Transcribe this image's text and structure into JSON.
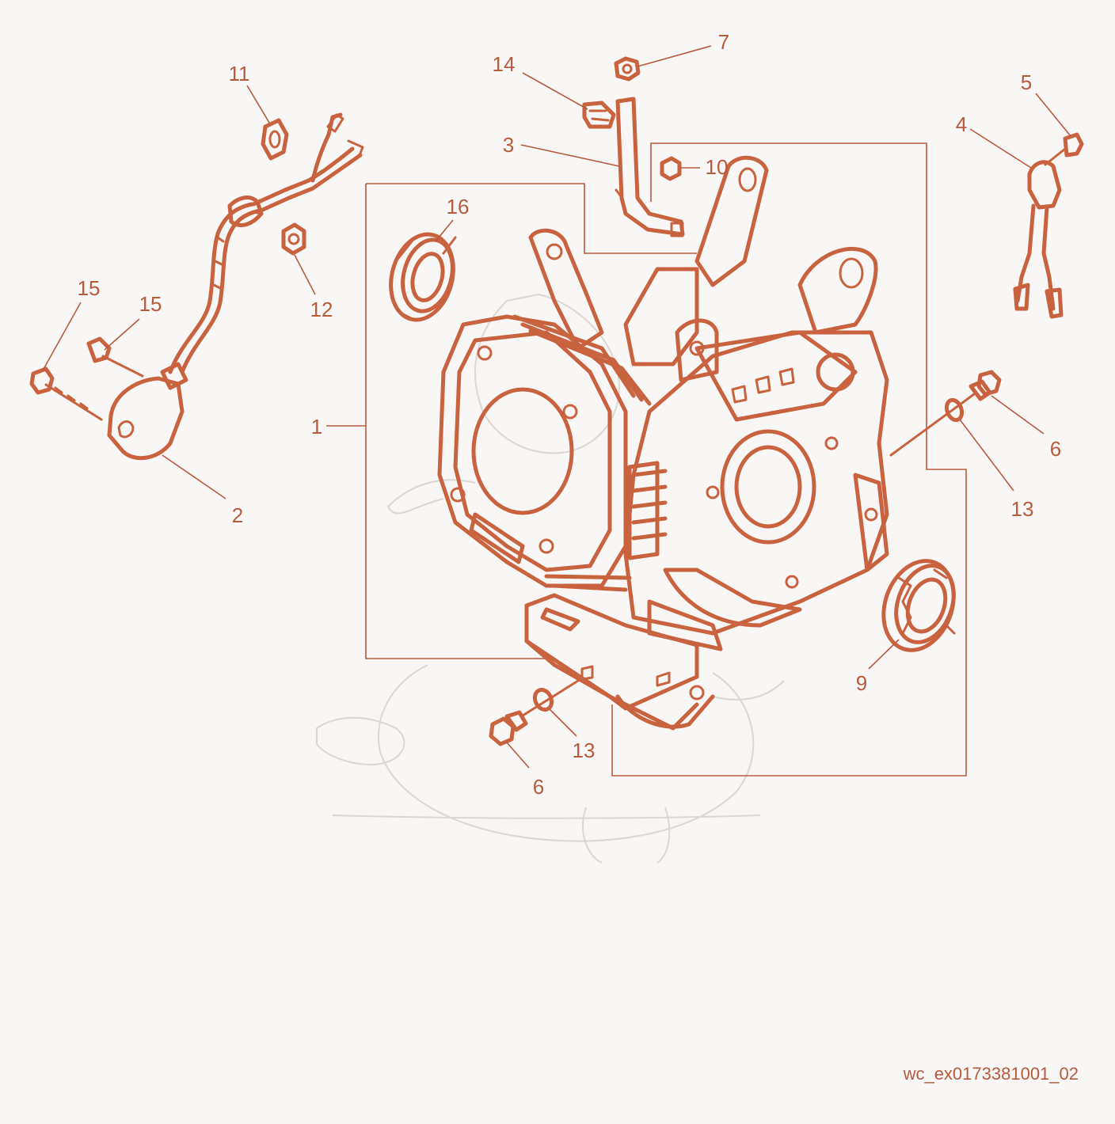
{
  "colors": {
    "background": "#f9f7f5",
    "part_stroke": "#c8623f",
    "label": "#b85a3d",
    "leader": "#b85a3d",
    "watermark": "#d9d4cf"
  },
  "callouts": {
    "c1": "1",
    "c2": "2",
    "c3": "3",
    "c4": "4",
    "c5": "5",
    "c6a": "6",
    "c6b": "6",
    "c7": "7",
    "c9": "9",
    "c10": "10",
    "c11": "11",
    "c12": "12",
    "c13a": "13",
    "c13b": "13",
    "c14": "14",
    "c15a": "15",
    "c15b": "15",
    "c16": "16"
  },
  "drawing_code": "wc_ex0173381001_02"
}
